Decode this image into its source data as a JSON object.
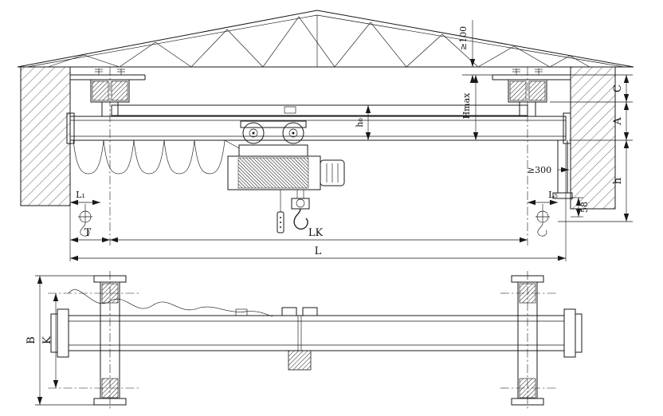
{
  "drawing": {
    "elevation": {
      "labels": {
        "roof_clearance": "≥100",
        "hmax": "Hmax",
        "h0": "h₀",
        "c": "C",
        "a": "A",
        "h": "h",
        "wall_clearance": "≥300",
        "offset58": "58",
        "l1": "L₁",
        "l5": "L₅",
        "t": "T",
        "lk": "LK",
        "l": "L"
      }
    },
    "plan": {
      "labels": {
        "b": "B",
        "k": "K"
      }
    }
  }
}
